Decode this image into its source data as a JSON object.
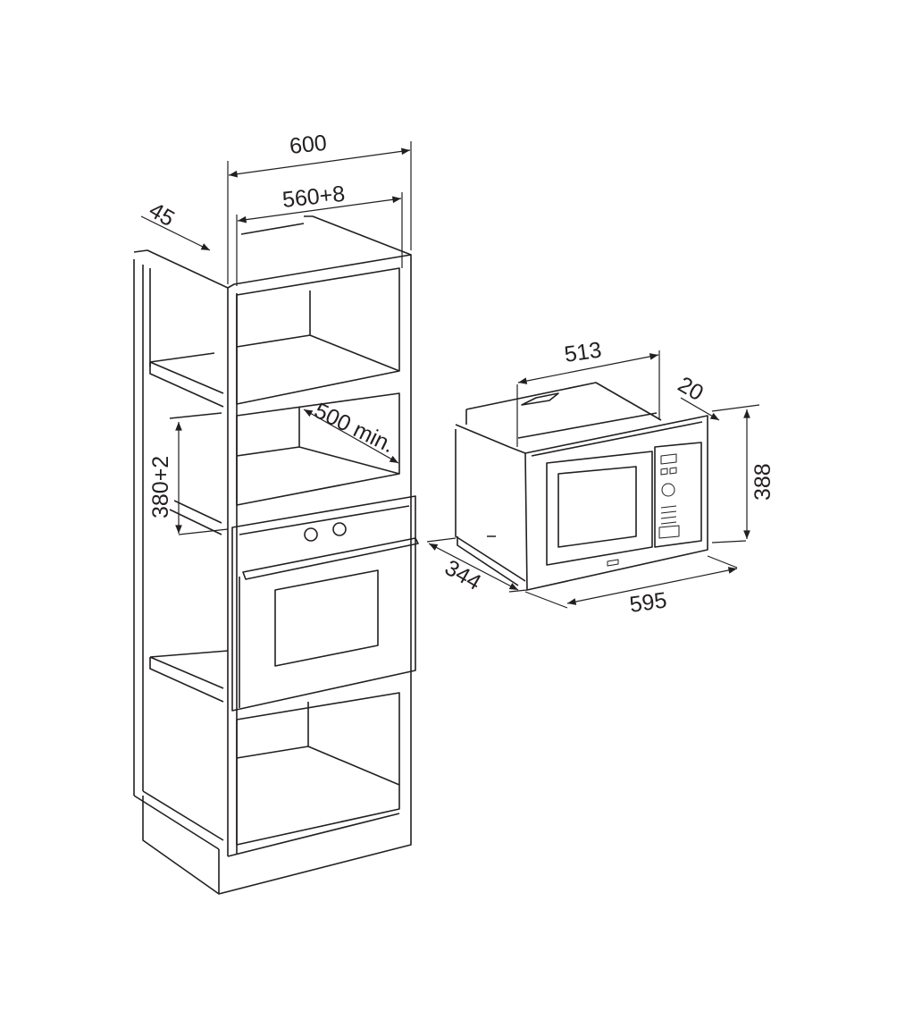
{
  "dimensions": {
    "cabinet_width": "600",
    "niche_width": "560+8",
    "front_offset": "45",
    "niche_height": "380+2",
    "niche_depth": "500 min.",
    "microwave_depth_body": "513",
    "frame_depth": "20",
    "microwave_height": "388",
    "microwave_depth_side": "344",
    "microwave_width": "595"
  }
}
